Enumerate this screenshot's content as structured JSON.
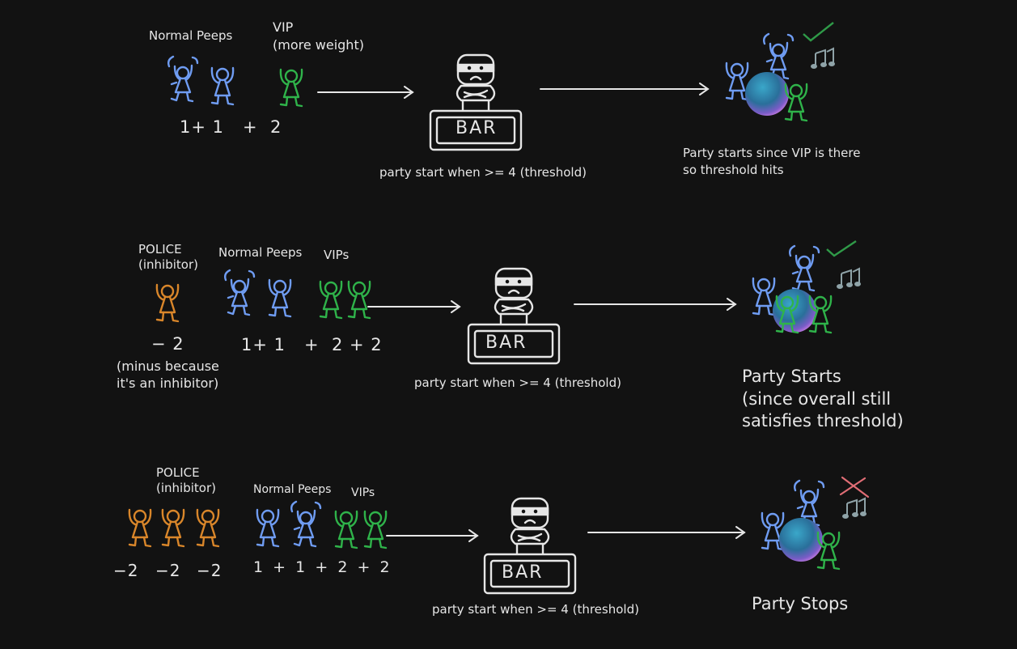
{
  "colors": {
    "background": "#121212",
    "text": "#e6e6e6",
    "normal": "#6f9cf2",
    "vip": "#2fb34a",
    "police": "#d9862a",
    "check": "#2f9a48",
    "cross": "#e06d75",
    "notes": "#8fa3a8",
    "stroke": "#e6e6e6"
  },
  "scenarios": [
    {
      "groups": [
        {
          "label": "Normal Peeps",
          "type": "normal",
          "count": 2
        },
        {
          "label": "VIP\n(more weight)",
          "label_lines": [
            "VIP",
            "(more weight)"
          ],
          "type": "vip",
          "count": 1
        }
      ],
      "equation": "1+ 1   +  2",
      "bar_sign": "BAR",
      "threshold_caption": "party start when >= 4 (threshold)",
      "outcome_icon": "check-icon",
      "outcome_lines": [
        "Party starts since VIP is there",
        "so threshold hits"
      ]
    },
    {
      "groups": [
        {
          "label_lines": [
            "POLICE",
            "(inhibitor)"
          ],
          "type": "police",
          "count": 1,
          "weight": "− 2"
        },
        {
          "label_lines": [
            "Normal Peeps"
          ],
          "type": "normal",
          "count": 2
        },
        {
          "label_lines": [
            "VIPs"
          ],
          "type": "vip",
          "count": 2
        }
      ],
      "equation": "1+ 1   +  2 + 2",
      "note_lines": [
        "(minus because",
        "it's an inhibitor)"
      ],
      "bar_sign": "BAR",
      "threshold_caption": "party start when >= 4 (threshold)",
      "outcome_icon": "check-icon",
      "outcome_lines": [
        "Party Starts",
        "(since overall still",
        "satisfies threshold)"
      ]
    },
    {
      "groups": [
        {
          "label_lines": [
            "POLICE",
            "(inhibitor)"
          ],
          "type": "police",
          "count": 3,
          "weights": [
            "−2",
            "−2",
            "−2"
          ]
        },
        {
          "label_lines": [
            "Normal Peeps"
          ],
          "type": "normal",
          "count": 2
        },
        {
          "label_lines": [
            "VIPs"
          ],
          "type": "vip",
          "count": 2
        }
      ],
      "equation": "1  +  1  +  2  +  2",
      "bar_sign": "BAR",
      "threshold_caption": "party start when >= 4 (threshold)",
      "outcome_icon": "cross-icon",
      "outcome_lines": [
        "Party Stops"
      ]
    }
  ]
}
